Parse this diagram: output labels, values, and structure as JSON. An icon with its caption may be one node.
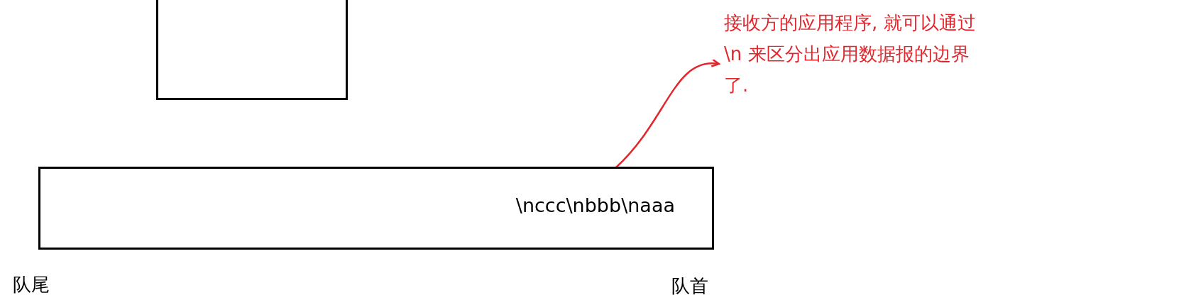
{
  "diagram": {
    "nodes": [
      {
        "text": [],
        "shape": "box"
      },
      {
        "text": [
          "\\nccc\\nbbb\\naaa"
        ]
      },
      {
        "text": [
          "接收方的应用程序, 就可以通过 \\n 来区分出应用数据报的边界了."
        ]
      }
    ],
    "edges": [
      {
        "from": 1,
        "to": 2,
        "arrow": "to",
        "color": "#e0282e"
      }
    ],
    "labels": [
      "队尾",
      "队首"
    ]
  }
}
